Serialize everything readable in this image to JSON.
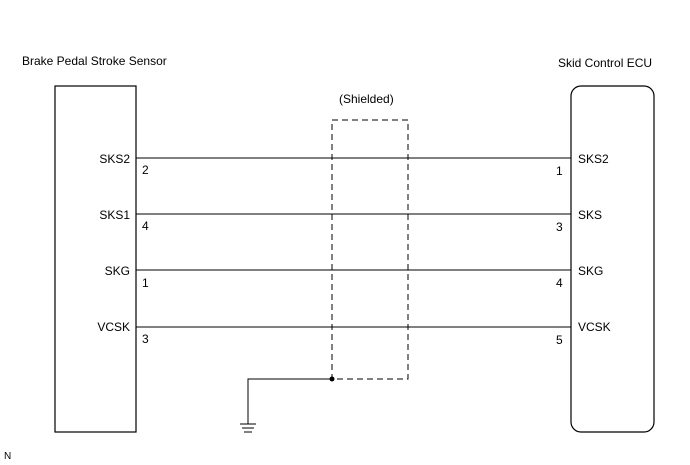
{
  "left_component": {
    "title": "Brake Pedal Stroke Sensor",
    "terminals": [
      {
        "name": "SKS2",
        "pin": "2"
      },
      {
        "name": "SKS1",
        "pin": "4"
      },
      {
        "name": "SKG",
        "pin": "1"
      },
      {
        "name": "VCSK",
        "pin": "3"
      }
    ]
  },
  "right_component": {
    "title": "Skid Control ECU",
    "terminals": [
      {
        "name": "SKS2",
        "pin": "1"
      },
      {
        "name": "SKS",
        "pin": "3"
      },
      {
        "name": "SKG",
        "pin": "4"
      },
      {
        "name": "VCSK",
        "pin": "5"
      }
    ]
  },
  "shield_label": "(Shielded)",
  "corner_mark": "N"
}
